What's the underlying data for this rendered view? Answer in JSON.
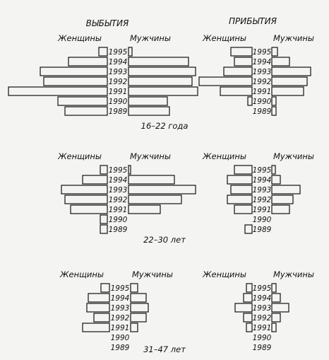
{
  "columns": {
    "left": "ВЫБЫТИЯ",
    "right": "ПРИБЫТИЯ"
  },
  "chart_data": [
    {
      "type": "bar",
      "column": "left",
      "women_label": "Женщины",
      "men_label": "Мужчины",
      "caption": "16–22 года",
      "years": [
        "1995",
        "1994",
        "1993",
        "1992",
        "1991",
        "1990",
        "1989"
      ],
      "women": [
        1.2,
        5.5,
        9.5,
        9.0,
        14.0,
        7.0,
        6.0
      ],
      "men": [
        0.5,
        8.5,
        9.5,
        9.0,
        9.8,
        5.5,
        5.8
      ]
    },
    {
      "type": "bar",
      "column": "right",
      "women_label": "Женщины",
      "men_label": "Мужчины",
      "caption": "",
      "years": [
        "1995",
        "1994",
        "1993",
        "1992",
        "1991",
        "1990",
        "1989"
      ],
      "women": [
        3.0,
        2.5,
        4.0,
        7.5,
        4.5,
        0.6,
        0
      ],
      "men": [
        0.8,
        2.5,
        5.5,
        5.0,
        4.5,
        0.6,
        0.6
      ]
    },
    {
      "type": "bar",
      "column": "left",
      "women_label": "Женщины",
      "men_label": "Мужчины",
      "caption": "22–30 лет",
      "years": [
        "1995",
        "1994",
        "1993",
        "1992",
        "1991",
        "1990",
        "1989"
      ],
      "women": [
        1.0,
        3.5,
        6.5,
        6.0,
        5.2,
        1.0,
        1.0
      ],
      "men": [
        0.3,
        6.5,
        9.5,
        7.5,
        4.5,
        0,
        0
      ]
    },
    {
      "type": "bar",
      "column": "right",
      "women_label": "Женщины",
      "men_label": "Мужчины",
      "caption": "",
      "years": [
        "1995",
        "1994",
        "1993",
        "1992",
        "1991",
        "1990",
        "1989"
      ],
      "women": [
        2.5,
        3.5,
        3.0,
        3.5,
        2.5,
        0,
        1.0
      ],
      "men": [
        0.5,
        1.2,
        4.0,
        3.0,
        2.5,
        0,
        0
      ]
    },
    {
      "type": "bar",
      "column": "left",
      "women_label": "Женщины",
      "men_label": "Мужчины",
      "caption": "31–47 лет",
      "years": [
        "1995",
        "1994",
        "1993",
        "1992",
        "1991",
        "1990",
        "1989"
      ],
      "women": [
        1.2,
        3.0,
        3.2,
        2.2,
        3.8,
        0,
        0
      ],
      "men": [
        1.0,
        2.2,
        2.5,
        2.2,
        1.0,
        0,
        0
      ]
    },
    {
      "type": "bar",
      "column": "right",
      "women_label": "Женщины",
      "men_label": "Мужчины",
      "caption": "",
      "years": [
        "1995",
        "1994",
        "1993",
        "1992",
        "1991",
        "1990",
        "1989"
      ],
      "women": [
        0.8,
        1.2,
        2.4,
        1.2,
        0.8,
        0,
        0
      ],
      "men": [
        0.6,
        1.2,
        2.4,
        1.2,
        0.6,
        0,
        0
      ]
    }
  ]
}
